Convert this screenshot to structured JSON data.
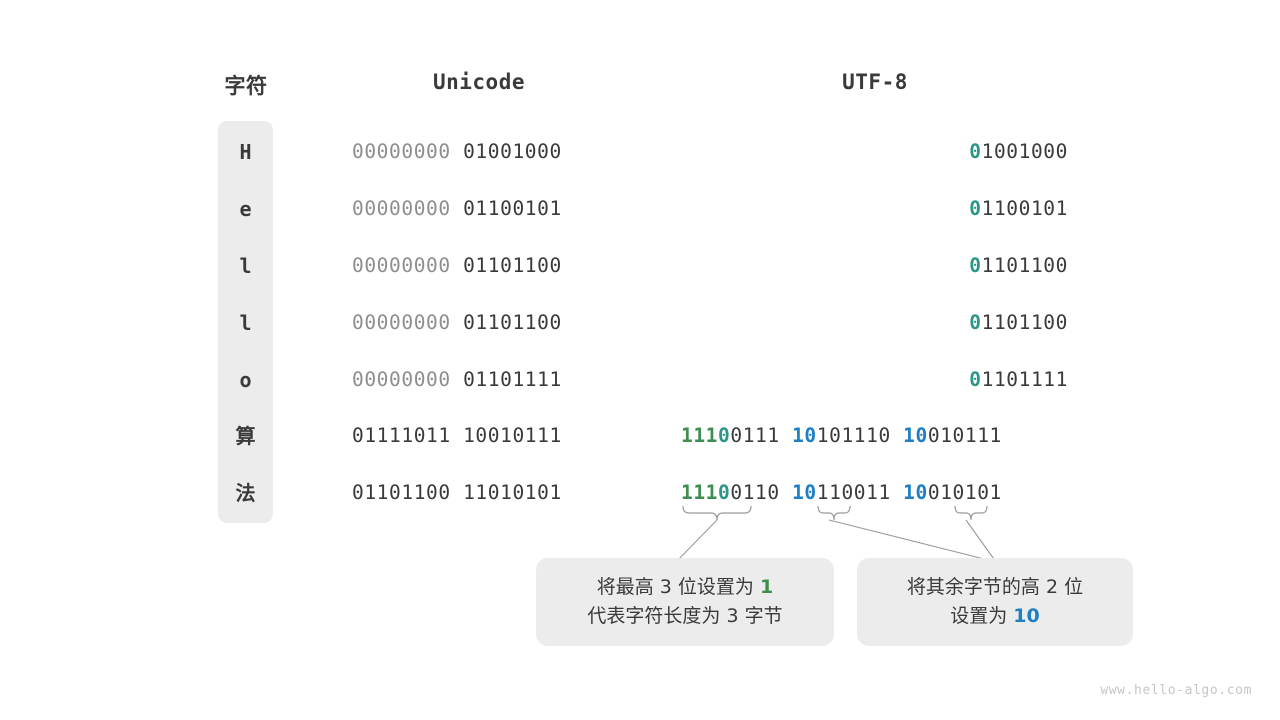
{
  "headers": {
    "character": "字符",
    "unicode": "Unicode",
    "utf8": "UTF-8"
  },
  "colors": {
    "dim": "#8e8e8e",
    "dark": "#3a3a3a",
    "teal": "#2e9687",
    "green": "#3e8e4f",
    "blue": "#1f7fc4",
    "pill_bg": "#ececec",
    "background": "#ffffff"
  },
  "rows": [
    {
      "char": "H",
      "unicode": [
        {
          "text": "00000000",
          "style": "dim"
        },
        {
          "text": " ",
          "style": "dark"
        },
        {
          "text": "01001000",
          "style": "dark"
        }
      ],
      "utf8": [
        {
          "text": "0",
          "style": "teal"
        },
        {
          "text": "1001000",
          "style": "dark"
        }
      ],
      "utf8_kind": "ascii"
    },
    {
      "char": "e",
      "unicode": [
        {
          "text": "00000000",
          "style": "dim"
        },
        {
          "text": " ",
          "style": "dark"
        },
        {
          "text": "01100101",
          "style": "dark"
        }
      ],
      "utf8": [
        {
          "text": "0",
          "style": "teal"
        },
        {
          "text": "1100101",
          "style": "dark"
        }
      ],
      "utf8_kind": "ascii"
    },
    {
      "char": "l",
      "unicode": [
        {
          "text": "00000000",
          "style": "dim"
        },
        {
          "text": " ",
          "style": "dark"
        },
        {
          "text": "01101100",
          "style": "dark"
        }
      ],
      "utf8": [
        {
          "text": "0",
          "style": "teal"
        },
        {
          "text": "1101100",
          "style": "dark"
        }
      ],
      "utf8_kind": "ascii"
    },
    {
      "char": "l",
      "unicode": [
        {
          "text": "00000000",
          "style": "dim"
        },
        {
          "text": " ",
          "style": "dark"
        },
        {
          "text": "01101100",
          "style": "dark"
        }
      ],
      "utf8": [
        {
          "text": "0",
          "style": "teal"
        },
        {
          "text": "1101100",
          "style": "dark"
        }
      ],
      "utf8_kind": "ascii"
    },
    {
      "char": "o",
      "unicode": [
        {
          "text": "00000000",
          "style": "dim"
        },
        {
          "text": " ",
          "style": "dark"
        },
        {
          "text": "01101111",
          "style": "dark"
        }
      ],
      "utf8": [
        {
          "text": "0",
          "style": "teal"
        },
        {
          "text": "1101111",
          "style": "dark"
        }
      ],
      "utf8_kind": "ascii"
    },
    {
      "char": "算",
      "unicode": [
        {
          "text": "01111011",
          "style": "dark"
        },
        {
          "text": " ",
          "style": "dark"
        },
        {
          "text": "10010111",
          "style": "dark"
        }
      ],
      "utf8": [
        {
          "text": "111",
          "style": "green"
        },
        {
          "text": "0",
          "style": "teal"
        },
        {
          "text": "0111",
          "style": "dark"
        },
        {
          "text": " ",
          "style": "dark"
        },
        {
          "text": "10",
          "style": "blue"
        },
        {
          "text": "101110",
          "style": "dark"
        },
        {
          "text": " ",
          "style": "dark"
        },
        {
          "text": "10",
          "style": "blue"
        },
        {
          "text": "010111",
          "style": "dark"
        }
      ],
      "utf8_kind": "multi"
    },
    {
      "char": "法",
      "unicode": [
        {
          "text": "01101100",
          "style": "dark"
        },
        {
          "text": " ",
          "style": "dark"
        },
        {
          "text": "11010101",
          "style": "dark"
        }
      ],
      "utf8": [
        {
          "text": "111",
          "style": "green"
        },
        {
          "text": "0",
          "style": "teal"
        },
        {
          "text": "0110",
          "style": "dark"
        },
        {
          "text": " ",
          "style": "dark"
        },
        {
          "text": "10",
          "style": "blue"
        },
        {
          "text": "110011",
          "style": "dark"
        },
        {
          "text": " ",
          "style": "dark"
        },
        {
          "text": "10",
          "style": "blue"
        },
        {
          "text": "010101",
          "style": "dark"
        }
      ],
      "utf8_kind": "multi"
    }
  ],
  "annotations": [
    {
      "id": "note-1",
      "lines": [
        [
          {
            "text": "将最高 3 位设置为 ",
            "style": "plain"
          },
          {
            "text": "1",
            "style": "green"
          }
        ],
        [
          {
            "text": "代表字符长度为 3 字节",
            "style": "plain"
          }
        ]
      ]
    },
    {
      "id": "note-2",
      "lines": [
        [
          {
            "text": "将其余字节的高 2 位",
            "style": "plain"
          }
        ],
        [
          {
            "text": "设置为 ",
            "style": "plain"
          },
          {
            "text": "10",
            "style": "blue"
          }
        ]
      ]
    }
  ],
  "watermark": "www.hello-algo.com"
}
